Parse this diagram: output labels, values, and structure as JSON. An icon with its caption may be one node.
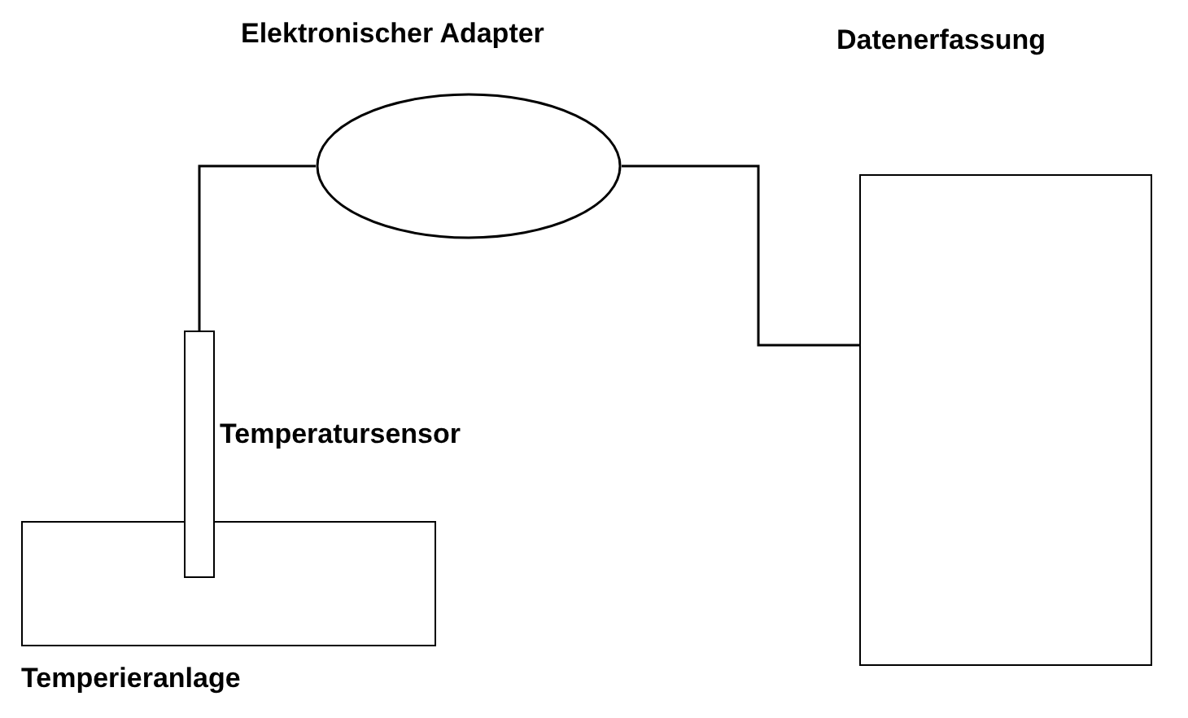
{
  "diagram": {
    "nodes": [
      {
        "text": [
          "Temperieranlage"
        ]
      },
      {
        "text": [
          "Temperatursensor"
        ]
      },
      {
        "text": [
          "Elektronischer Adapter"
        ]
      },
      {
        "text": [
          "Datenerfassung"
        ]
      }
    ],
    "edges": [
      {
        "from": 1,
        "to": 2,
        "arrow": "none"
      },
      {
        "from": 2,
        "to": 3,
        "arrow": "none"
      }
    ]
  }
}
